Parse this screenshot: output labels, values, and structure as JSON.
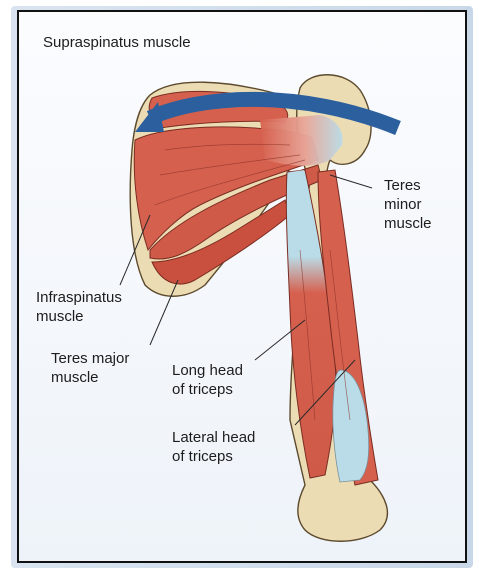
{
  "labels": {
    "supraspinatus": "Supraspinatus muscle",
    "teres_minor": "Teres\nminor\nmuscle",
    "infraspinatus": "Infraspinatus\nmuscle",
    "teres_major": "Teres major\nmuscle",
    "long_head": "Long head\nof triceps",
    "lateral_head": "Lateral head\nof triceps"
  },
  "colors": {
    "muscle": "#d6604e",
    "muscle_dark": "#b8483a",
    "bone": "#ecdcb4",
    "tendon": "#b9dce8",
    "arrow": "#2b5f9e"
  }
}
